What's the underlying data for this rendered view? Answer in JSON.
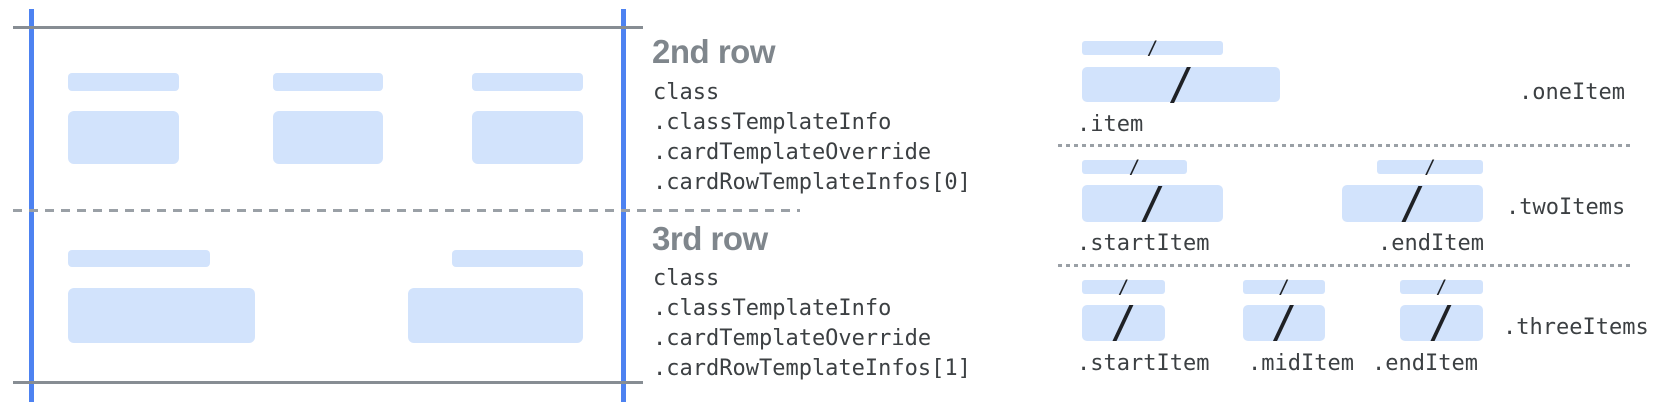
{
  "diagram": {
    "annotations": {
      "row2": {
        "title": "2nd row",
        "code_lines": [
          "class",
          ".classTemplateInfo",
          ".cardTemplateOverride",
          ".cardRowTemplateInfos[0]"
        ]
      },
      "row3": {
        "title": "3rd row",
        "code_lines": [
          "class",
          ".classTemplateInfo",
          ".cardTemplateOverride",
          ".cardRowTemplateInfos[1]"
        ]
      }
    },
    "item_layouts": {
      "one_item": {
        "group_label": ".oneItem",
        "item_labels": [
          ".item"
        ]
      },
      "two_items": {
        "group_label": ".twoItems",
        "item_labels": [
          ".startItem",
          ".endItem"
        ]
      },
      "three_items": {
        "group_label": ".threeItems",
        "item_labels": [
          ".startItem",
          ".midItem",
          ".endItem"
        ]
      }
    },
    "slash_glyph": "/",
    "colors": {
      "placeholder_blue": "#d2e3fc",
      "guide_blue": "#4d82f1",
      "guide_gray": "#878d93",
      "dash_gray": "#9aa0a6",
      "heading_gray": "#7f868c",
      "code_text": "#3c4043",
      "slash_dark": "#1f2125"
    }
  }
}
